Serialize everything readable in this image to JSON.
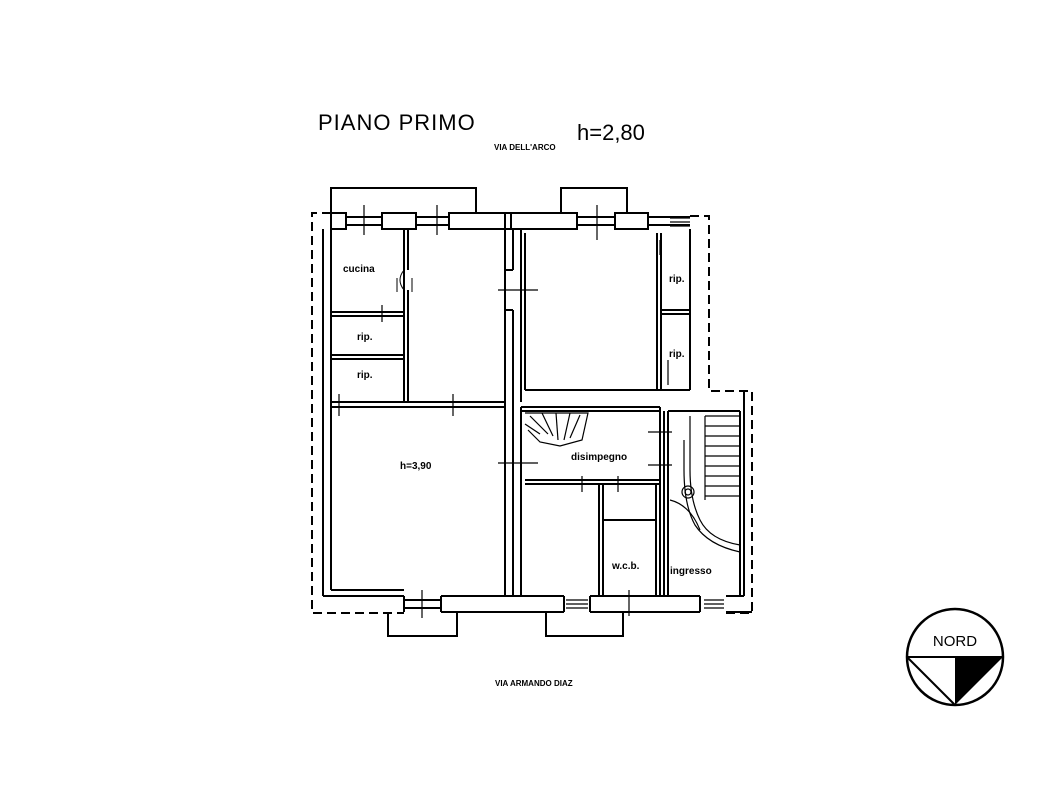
{
  "title": "PIANO PRIMO",
  "floor_height": "h=2,80",
  "streets": {
    "north": "VIA DELL'ARCO",
    "south": "VIA ARMANDO DIAZ"
  },
  "rooms": {
    "cucina": "cucina",
    "rip_1": "rip.",
    "rip_2": "rip.",
    "rip_3": "rip.",
    "rip_4": "rip.",
    "big_room_height": "h=3,90",
    "disimpegno": "disimpegno",
    "wcb": "w.c.b.",
    "ingresso": "ingresso"
  },
  "compass": {
    "label": "NORD"
  }
}
